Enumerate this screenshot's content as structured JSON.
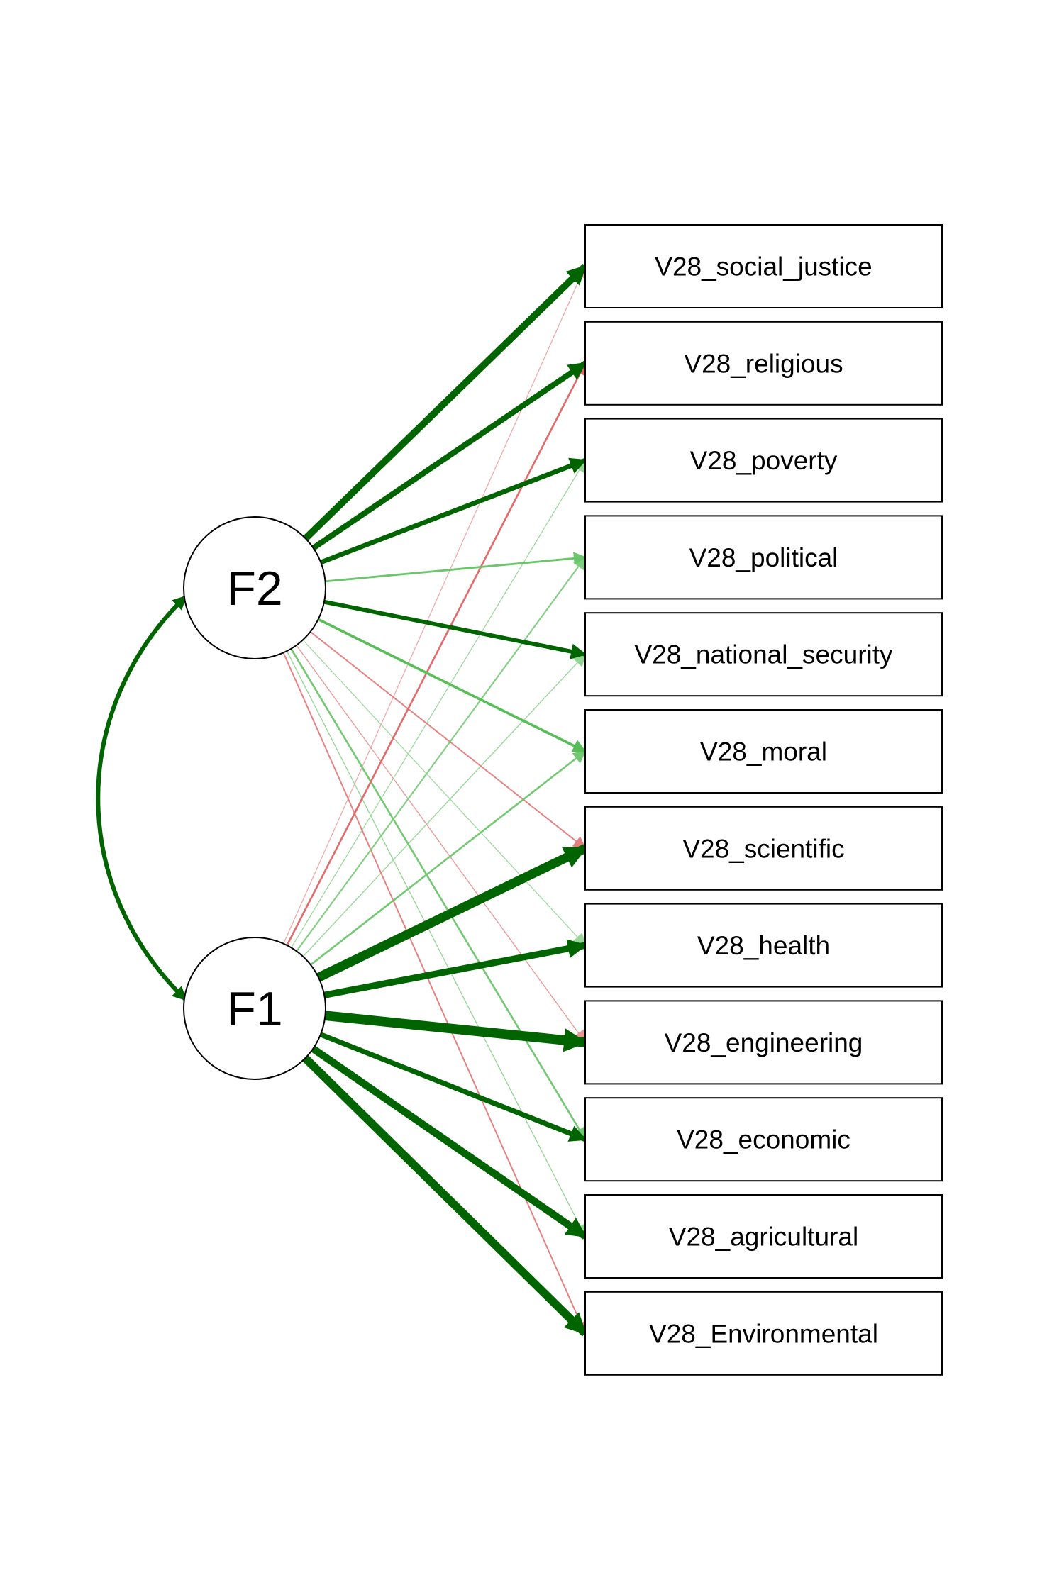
{
  "factors": [
    {
      "id": "F2",
      "label": "F2"
    },
    {
      "id": "F1",
      "label": "F1"
    }
  ],
  "observed": [
    {
      "id": "social_justice",
      "label": "V28_social_justice"
    },
    {
      "id": "religious",
      "label": "V28_religious"
    },
    {
      "id": "poverty",
      "label": "V28_poverty"
    },
    {
      "id": "political",
      "label": "V28_political"
    },
    {
      "id": "national_security",
      "label": "V28_national_security"
    },
    {
      "id": "moral",
      "label": "V28_moral"
    },
    {
      "id": "scientific",
      "label": "V28_scientific"
    },
    {
      "id": "health",
      "label": "V28_health"
    },
    {
      "id": "engineering",
      "label": "V28_engineering"
    },
    {
      "id": "economic",
      "label": "V28_economic"
    },
    {
      "id": "agricultural",
      "label": "V28_agricultural"
    },
    {
      "id": "Environmental",
      "label": "V28_Environmental"
    }
  ],
  "loadings": [
    {
      "from": "F2",
      "to": "social_justice",
      "value": 0.75
    },
    {
      "from": "F2",
      "to": "religious",
      "value": 0.62
    },
    {
      "from": "F2",
      "to": "poverty",
      "value": 0.52
    },
    {
      "from": "F2",
      "to": "political",
      "value": 0.22
    },
    {
      "from": "F2",
      "to": "national_security",
      "value": 0.45
    },
    {
      "from": "F2",
      "to": "moral",
      "value": 0.28
    },
    {
      "from": "F2",
      "to": "scientific",
      "value": -0.15
    },
    {
      "from": "F2",
      "to": "health",
      "value": 0.08
    },
    {
      "from": "F2",
      "to": "engineering",
      "value": -0.1
    },
    {
      "from": "F2",
      "to": "economic",
      "value": 0.2
    },
    {
      "from": "F2",
      "to": "agricultural",
      "value": 0.1
    },
    {
      "from": "F2",
      "to": "Environmental",
      "value": -0.15
    },
    {
      "from": "F1",
      "to": "social_justice",
      "value": -0.06
    },
    {
      "from": "F1",
      "to": "religious",
      "value": -0.2
    },
    {
      "from": "F1",
      "to": "poverty",
      "value": 0.08
    },
    {
      "from": "F1",
      "to": "political",
      "value": 0.16
    },
    {
      "from": "F1",
      "to": "national_security",
      "value": 0.1
    },
    {
      "from": "F1",
      "to": "moral",
      "value": 0.2
    },
    {
      "from": "F1",
      "to": "scientific",
      "value": 1.0
    },
    {
      "from": "F1",
      "to": "health",
      "value": 0.72
    },
    {
      "from": "F1",
      "to": "engineering",
      "value": 1.05
    },
    {
      "from": "F1",
      "to": "economic",
      "value": 0.55
    },
    {
      "from": "F1",
      "to": "agricultural",
      "value": 0.8
    },
    {
      "from": "F1",
      "to": "Environmental",
      "value": 0.9
    }
  ],
  "covariance": {
    "from": "F2",
    "to": "F1",
    "value": 0.5
  },
  "colors": {
    "positive": "#006400",
    "negative": "#cd0000",
    "node_stroke": "#000000"
  }
}
